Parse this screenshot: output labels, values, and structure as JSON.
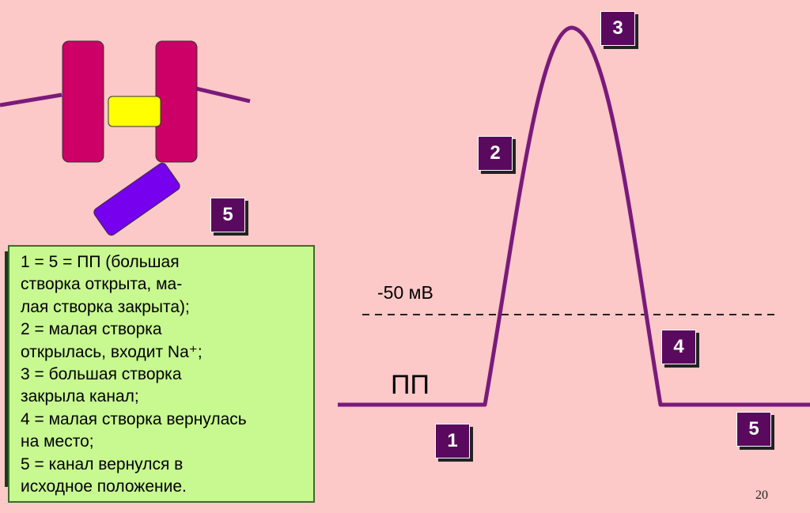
{
  "badges": {
    "b1": "1",
    "b2": "2",
    "b3": "3",
    "b4": "4",
    "b5a": "5",
    "b5b": "5"
  },
  "labels": {
    "threshold": "-50 мВ",
    "rest": "ПП"
  },
  "legend": {
    "lines": [
      "1 = 5 = ПП (большая",
      "створка открыта, ма-",
      "лая створка закрыта);",
      "2 = малая створка",
      "открылась, входит Na⁺;",
      "3 = большая створка",
      "закрыла канал;",
      "4 = малая створка вернулась",
      "на место;",
      "5 = канал вернулся  в",
      "исходное положение."
    ]
  },
  "page_number": "20",
  "colors": {
    "background": "#fcc8c8",
    "curve": "#7a1a7a",
    "gate_large": "#cc0066",
    "gate_small": "#7700ee",
    "pore": "#ffff00",
    "badge": "#5a0a5e",
    "legend_bg": "#c8f890"
  }
}
